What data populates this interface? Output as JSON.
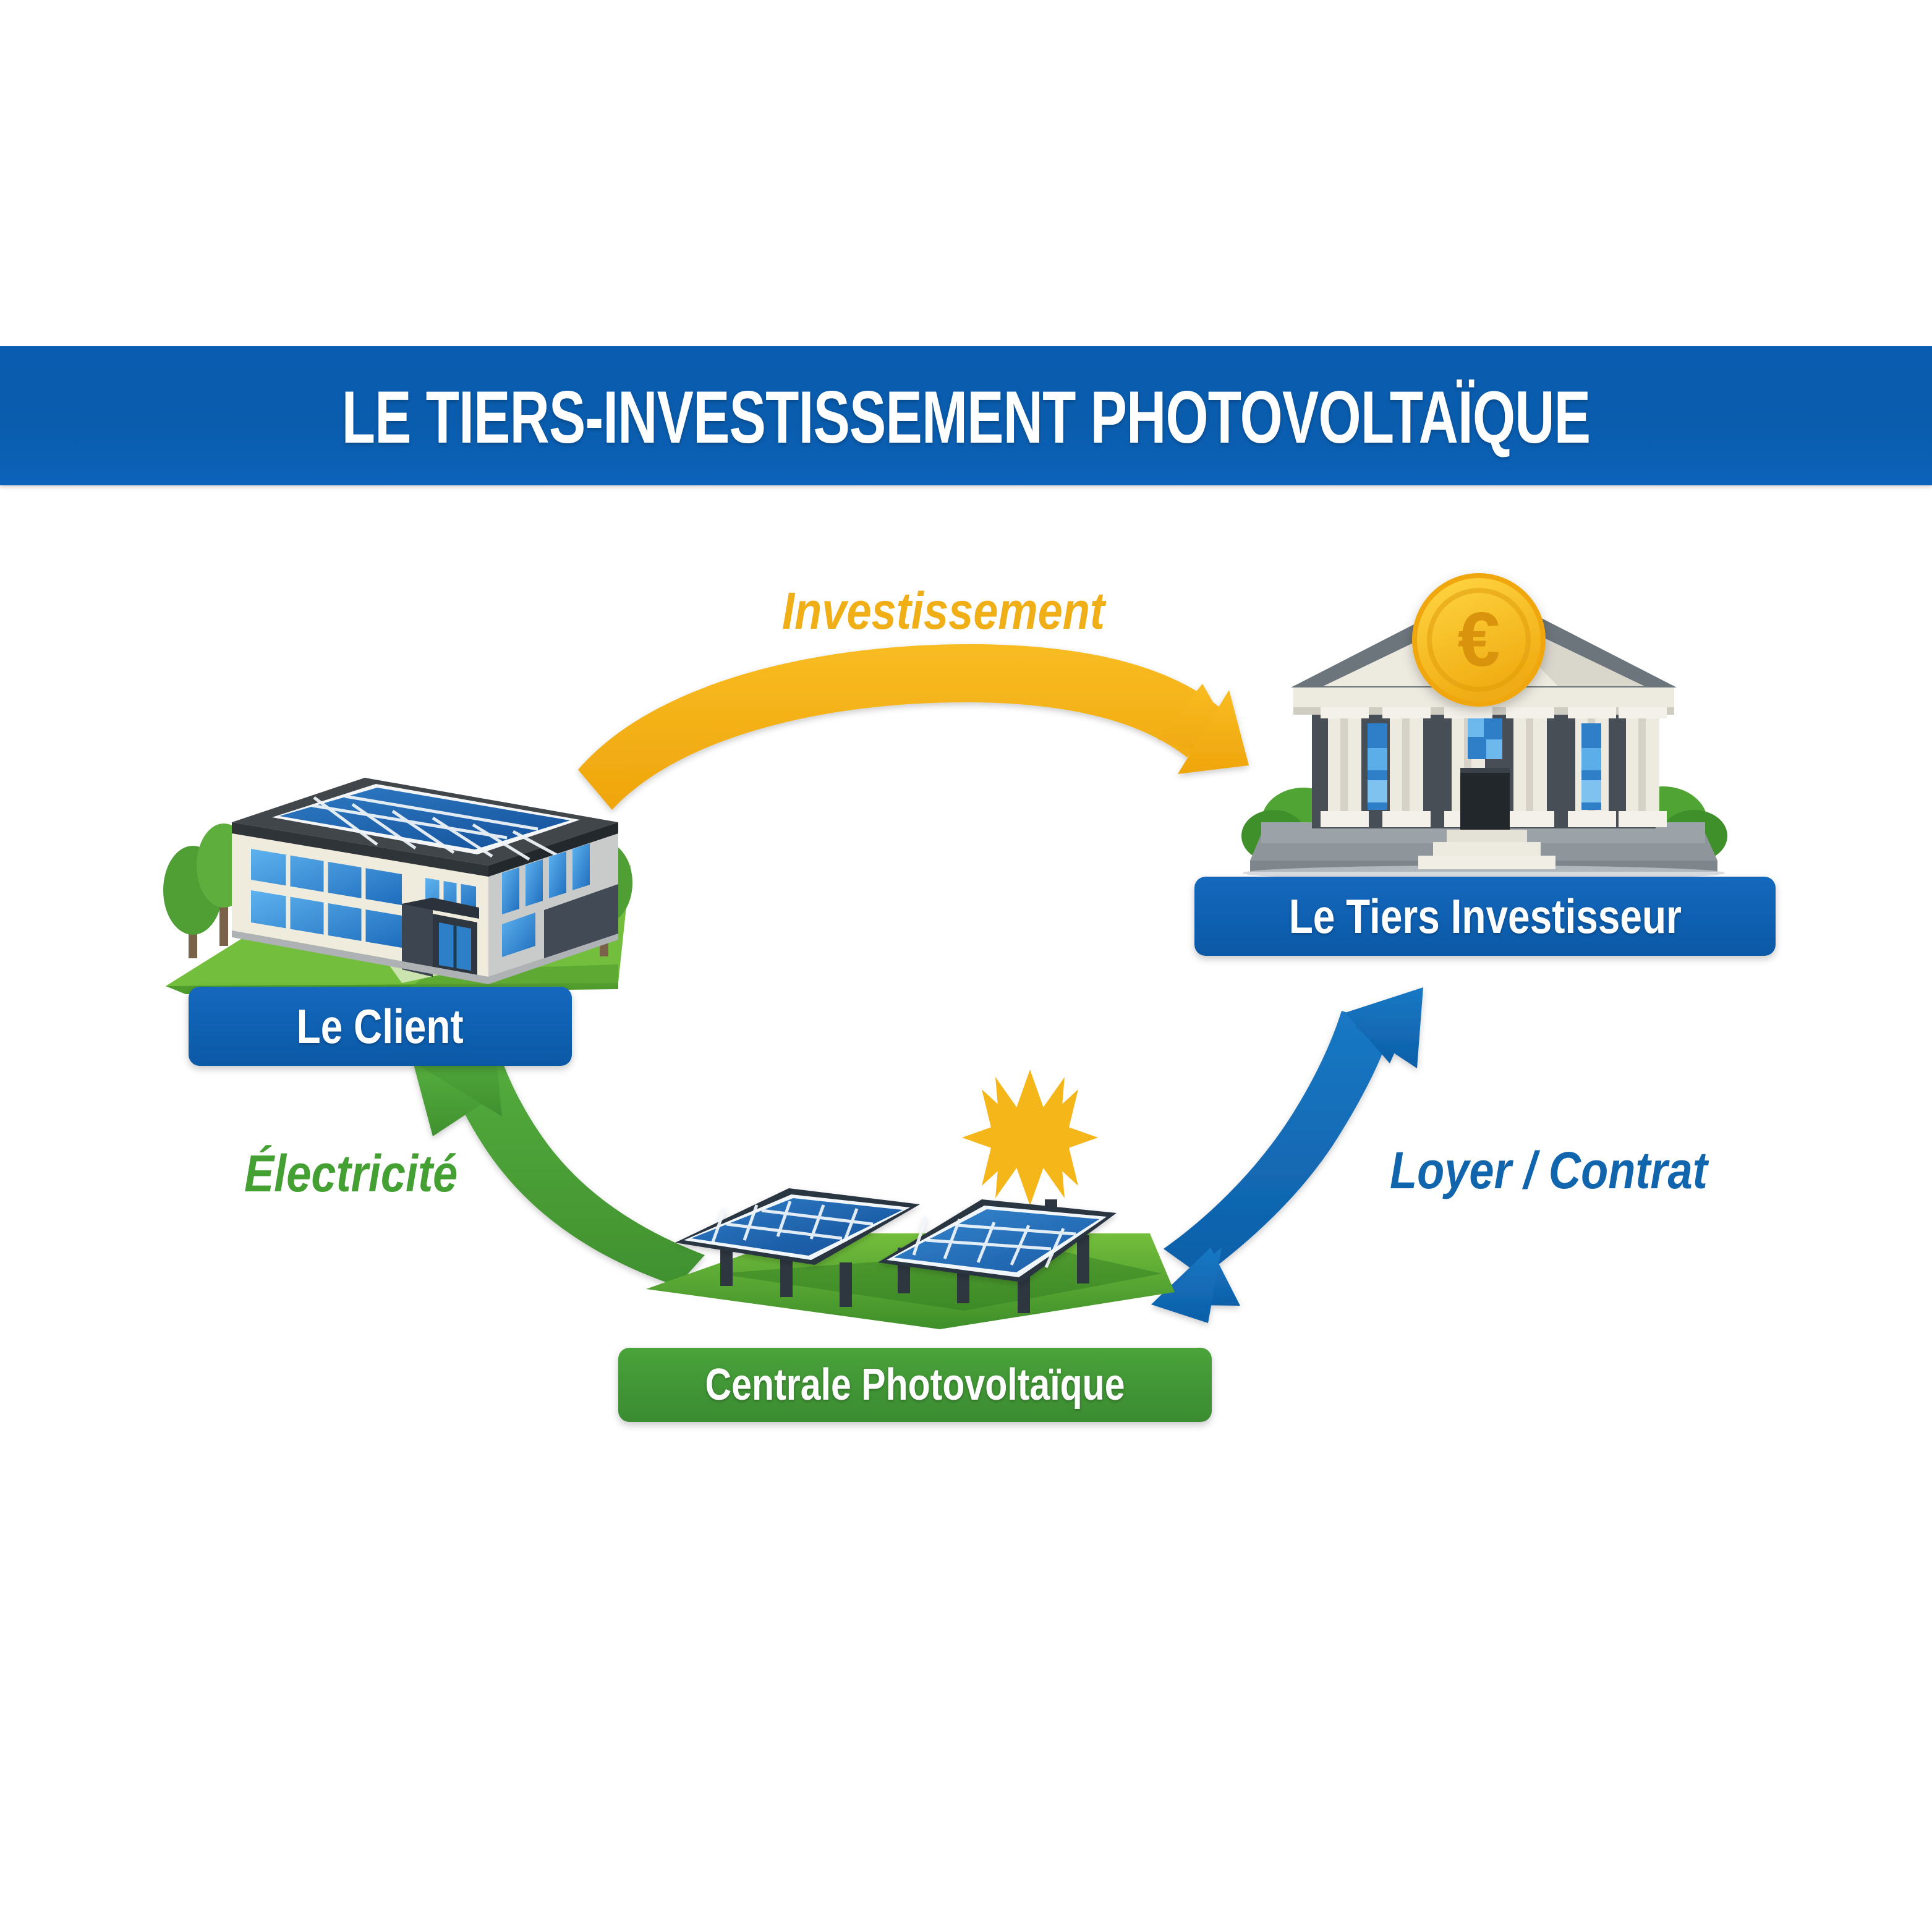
{
  "header": {
    "title": "LE TIERS-INVESTISSEMENT PHOTOVOLTAÏQUE",
    "band_color": "#0A5CAF",
    "title_color": "#FFFFFF"
  },
  "diagram": {
    "type": "cycle-flow",
    "background": "#FFFFFF",
    "nodes": [
      {
        "id": "client",
        "label": "Le Client",
        "icon": "office-building-with-solar-panels-icon",
        "badge_color": "#0E5FB0",
        "badge_text_color": "#FFFFFF"
      },
      {
        "id": "investor",
        "label": "Le Tiers Investisseur",
        "icon": "bank-building-with-euro-coin-icon",
        "badge_color": "#0E5FB0",
        "badge_text_color": "#FFFFFF"
      },
      {
        "id": "plant",
        "label": "Centrale Photovoltaïque",
        "icon": "solar-panel-array-icon",
        "badge_color": "#409435",
        "badge_text_color": "#FFFFFF"
      }
    ],
    "flows": [
      {
        "id": "investissement",
        "label": "Investissement",
        "color": "#F0AE17",
        "from": "client",
        "to": "investor",
        "direction": "one-way"
      },
      {
        "id": "electricite",
        "label": "Électricité",
        "color": "#44A032",
        "from": "plant",
        "to": "client",
        "direction": "one-way"
      },
      {
        "id": "loyer-contrat",
        "label": "Loyer / Contrat",
        "color": "#1165AD",
        "from": "plant",
        "to": "investor",
        "direction": "two-way"
      }
    ],
    "decorations": [
      {
        "id": "sun",
        "icon": "sun-icon",
        "color": "#F5B61A"
      },
      {
        "id": "euro-coin",
        "icon": "euro-coin-icon",
        "color": "#F5C518",
        "symbol": "€"
      }
    ]
  }
}
